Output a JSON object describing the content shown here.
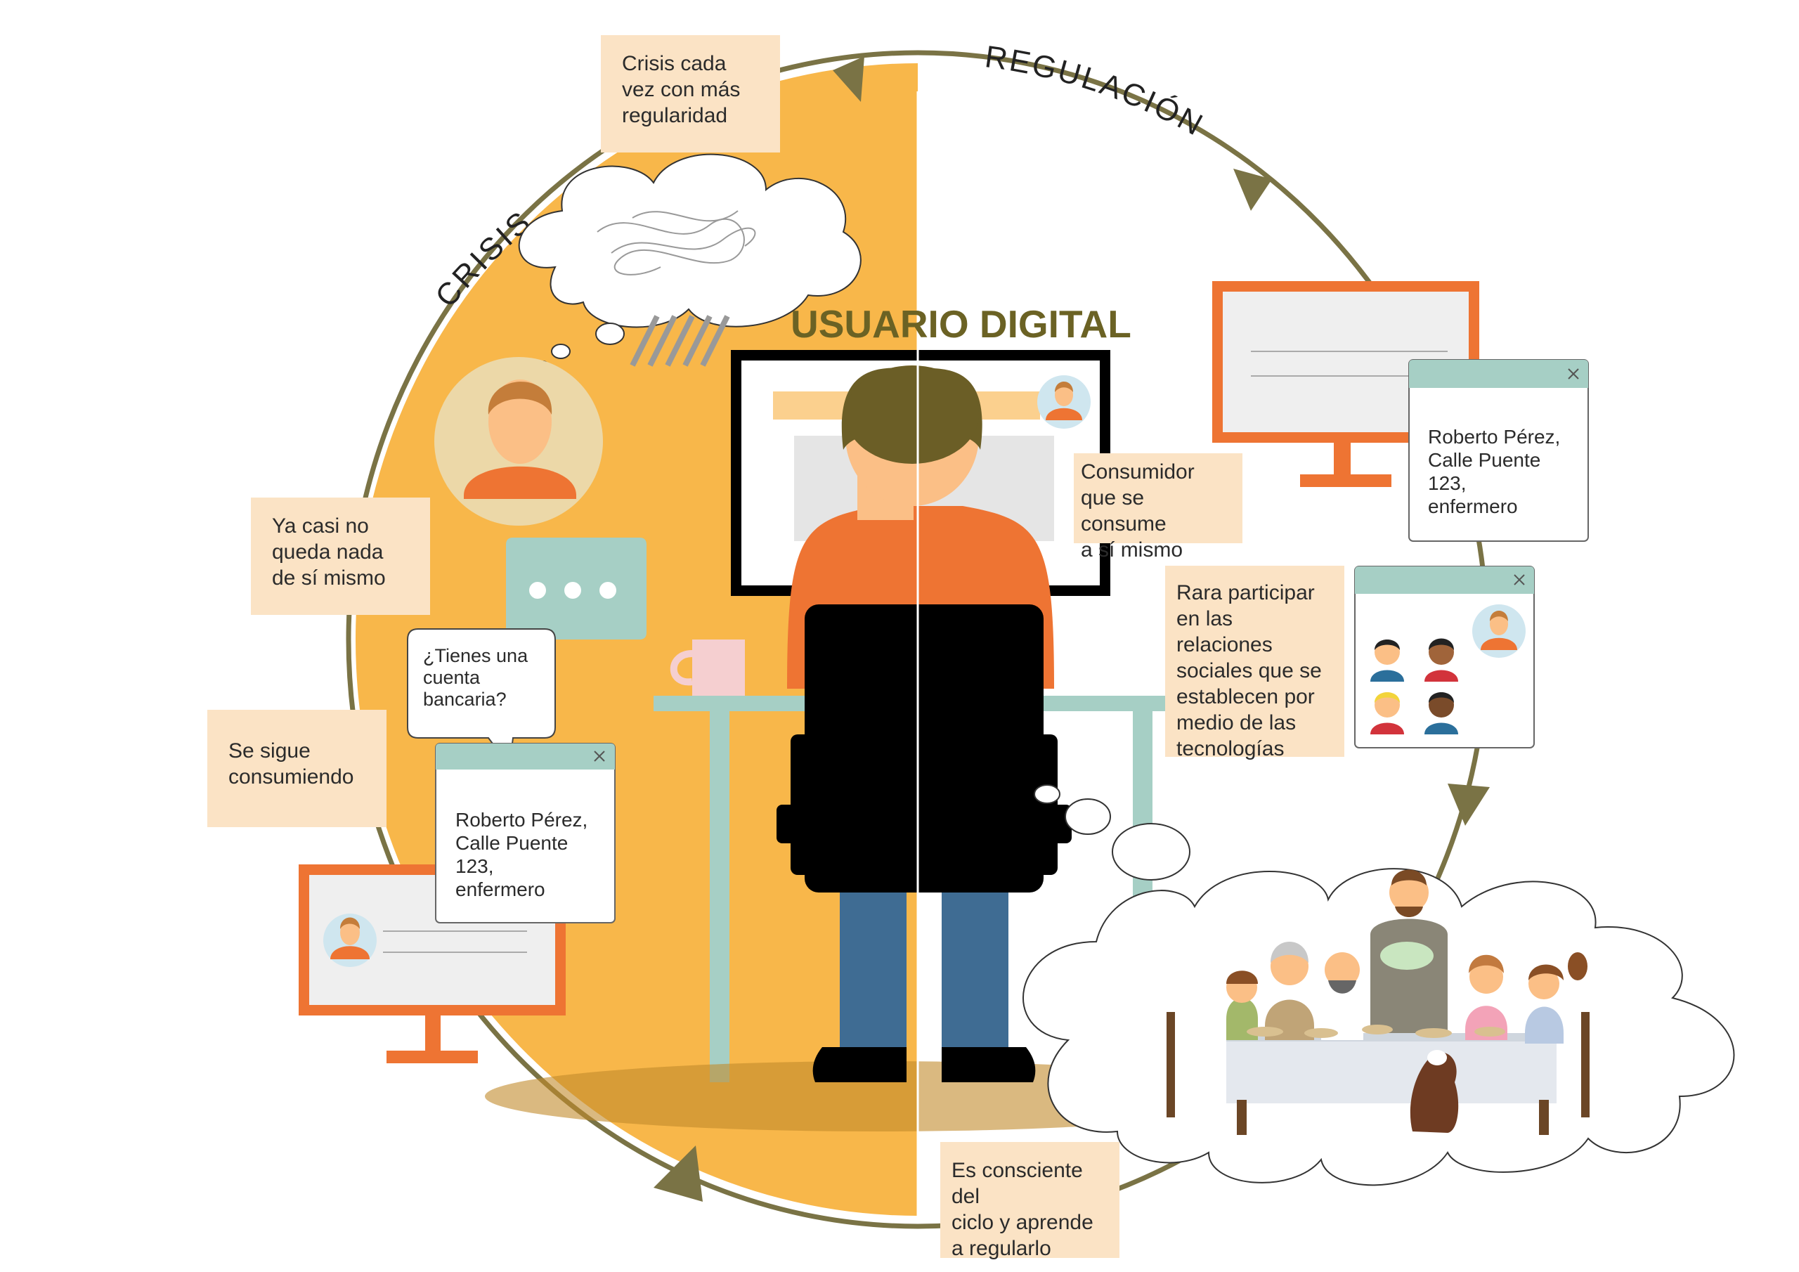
{
  "title": "USUARIO DIGITAL",
  "cycle": {
    "crisis_label": "CRISIS",
    "regulation_label": "REGULACIÓN"
  },
  "notes": {
    "crisis_regularity": "Crisis cada\nvez con más\nregularidad",
    "nothing_left": "Ya casi no\nqueda nada\nde sí mismo",
    "keeps_consuming": "Se sigue\nconsumiendo",
    "self_consuming": "Consumidor\nque se consume\na sí mismo",
    "rarely_participates": "Rara participar\nen las relaciones\nsociales que se\nestablecen por\nmedio de las\ntecnologías",
    "aware_cycle": "Es consciente del\nciclo y aprende\na regularlo"
  },
  "chat_bubble": {
    "question": "¿Tienes una\ncuenta\nbancaria?"
  },
  "profile_window": {
    "text": "Roberto Pérez,\nCalle Puente 123,\nenfermero",
    "close_icon": "close-icon"
  },
  "colors": {
    "crisis_half": "#f8b74a",
    "arrow_circle": "#7a7345",
    "monitor_orange": "#ee7433",
    "note_bg": "#fbe3c5",
    "window_header": "#a6cfc5",
    "title_color": "#6b6224"
  }
}
